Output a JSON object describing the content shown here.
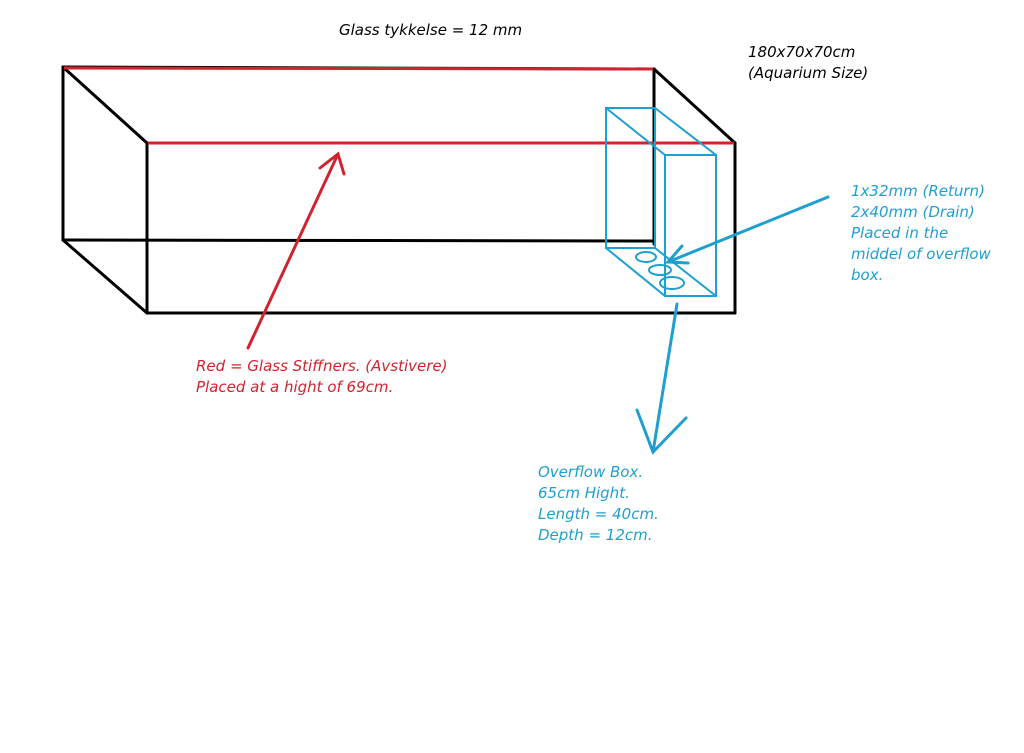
{
  "colors": {
    "outline": "#000000",
    "stiffener": "#d1232f",
    "overflow": "#1e9fd0",
    "background": "#ffffff"
  },
  "glass_label": "Glass tykkelse = 12 mm",
  "size_label": {
    "lines": [
      "180x70x70cm",
      "(Aquarium Size)"
    ]
  },
  "stiffener_label": {
    "lines": [
      "Red = Glass Stiffners. (Avstivere)",
      "Placed at a hight of 69cm."
    ]
  },
  "pipes_label": {
    "lines": [
      "1x32mm (Return)",
      "2x40mm (Drain)",
      "Placed in the",
      "middel of overflow",
      "box."
    ]
  },
  "overflow_label": {
    "lines": [
      "Overflow Box.",
      "65cm Hight.",
      "Length = 40cm.",
      "Depth = 12cm."
    ]
  }
}
